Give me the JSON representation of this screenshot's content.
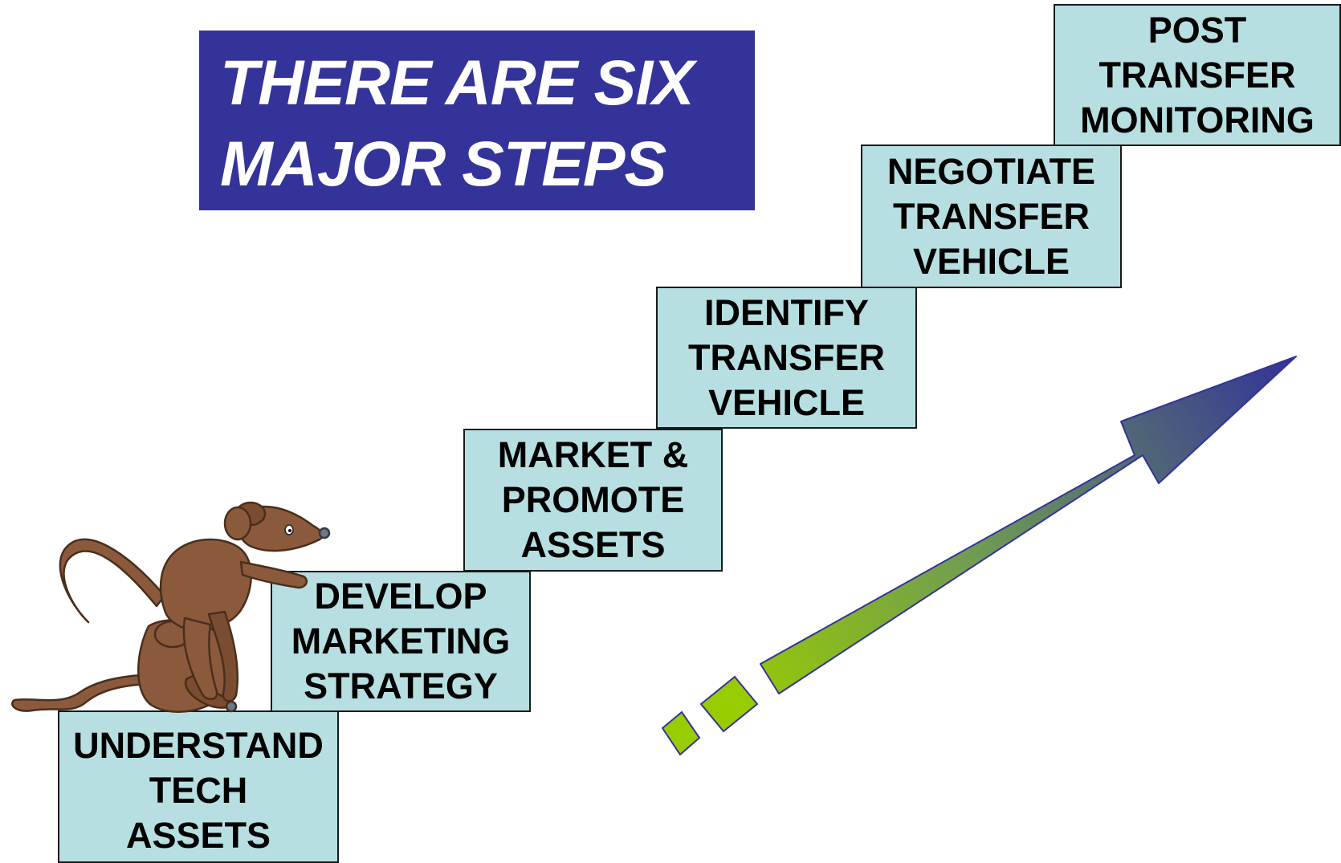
{
  "title": {
    "lines": [
      "THERE ARE SIX",
      "MAJOR STEPS"
    ]
  },
  "steps": [
    {
      "lines": [
        "UNDERSTAND",
        "TECH",
        "ASSETS"
      ]
    },
    {
      "lines": [
        "DEVELOP",
        "MARKETING",
        "STRATEGY"
      ]
    },
    {
      "lines": [
        "MARKET &",
        "PROMOTE",
        "ASSETS"
      ]
    },
    {
      "lines": [
        "IDENTIFY",
        "TRANSFER",
        "VEHICLE"
      ]
    },
    {
      "lines": [
        "NEGOTIATE",
        "TRANSFER",
        "VEHICLE"
      ]
    },
    {
      "lines": [
        "POST",
        "TRANSFER",
        "MONITORING"
      ]
    }
  ],
  "colors": {
    "title_background": "#333399",
    "title_text": "#ffffff",
    "step_fill": "#b7dfe2",
    "step_border": "#1a1a1a",
    "arrow_start": "#99cc00",
    "arrow_end": "#333399",
    "mouse_fill": "#8b5a3c"
  },
  "icons": {
    "mascot": "mouse-climbing-icon",
    "progress": "upward-arrow-icon"
  }
}
